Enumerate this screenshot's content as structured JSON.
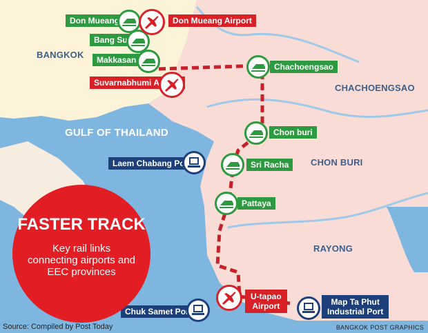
{
  "title": "FASTER TRACK",
  "subtitle": "Key rail links connecting airports and EEC provinces",
  "regions": {
    "bangkok": "BANGKOK",
    "chachoengsao": "CHACHOENGSAO",
    "chonburi": "CHON BURI",
    "rayong": "RAYONG",
    "gulf": "GULF OF THAILAND"
  },
  "stations": {
    "don_mueang": "Don Mueang",
    "bang_sue": "Bang Sue",
    "makkasan": "Makkasan",
    "chachoengsao": "Chachoengsao",
    "chon_buri": "Chon buri",
    "sri_racha": "Sri Racha",
    "pattaya": "Pattaya"
  },
  "airports": {
    "don_mueang": "Don Mueang Airport",
    "suvarnabhumi": "Suvarnabhumi Airport",
    "utapao_line1": "U-tapao",
    "utapao_line2": "Airport"
  },
  "ports": {
    "laem_chabang": "Laem Chabang Port",
    "chuk_samet": "Chuk Samet Port",
    "map_ta_phut_line1": "Map Ta Phut",
    "map_ta_phut_line2": "Industrial Port"
  },
  "footer": {
    "source": "Source: Compiled by Post Today",
    "credit": "BANGKOK POST GRAPHICS"
  },
  "colors": {
    "sea": "#7fb6e0",
    "bangkok_land": "#fdf3d8",
    "eec_land": "#f9dcd6",
    "station": "#2e9a3f",
    "airport": "#d82027",
    "port": "#1d3f7a",
    "rail_line": "#c8202a"
  }
}
